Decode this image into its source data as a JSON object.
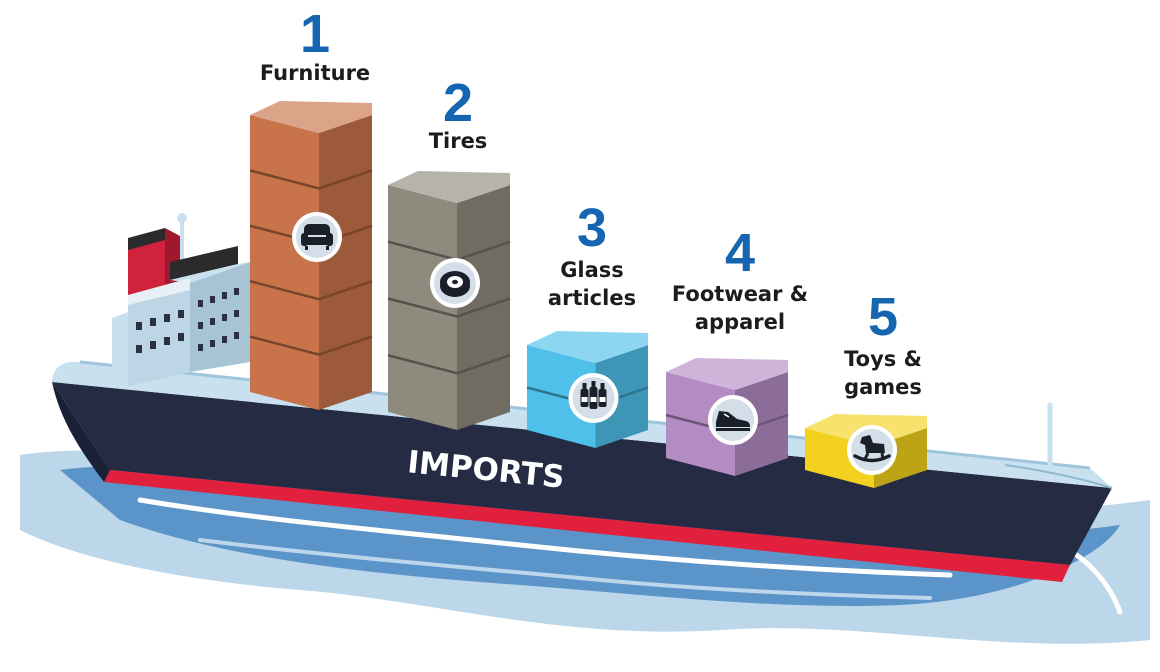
{
  "ship": {
    "hull_label": "IMPORTS"
  },
  "items": [
    {
      "rank": "1",
      "label": "Furniture",
      "icon": "armchair-icon",
      "color": "#c8734a"
    },
    {
      "rank": "2",
      "label": "Tires",
      "icon": "tire-icon",
      "color": "#8f8a7e"
    },
    {
      "rank": "3",
      "label": "Glass articles",
      "icon": "bottles-icon",
      "color": "#4fc0ea"
    },
    {
      "rank": "4",
      "label": "Footwear & apparel",
      "icon": "shoe-icon",
      "color": "#b48cc4"
    },
    {
      "rank": "5",
      "label": "Toys & games",
      "icon": "rocking-horse-icon",
      "color": "#f2d21e"
    }
  ],
  "colors": {
    "accent": "#1565b0",
    "hull": "#242b43",
    "stripe": "#e0203d",
    "water": "#5a94c8"
  }
}
